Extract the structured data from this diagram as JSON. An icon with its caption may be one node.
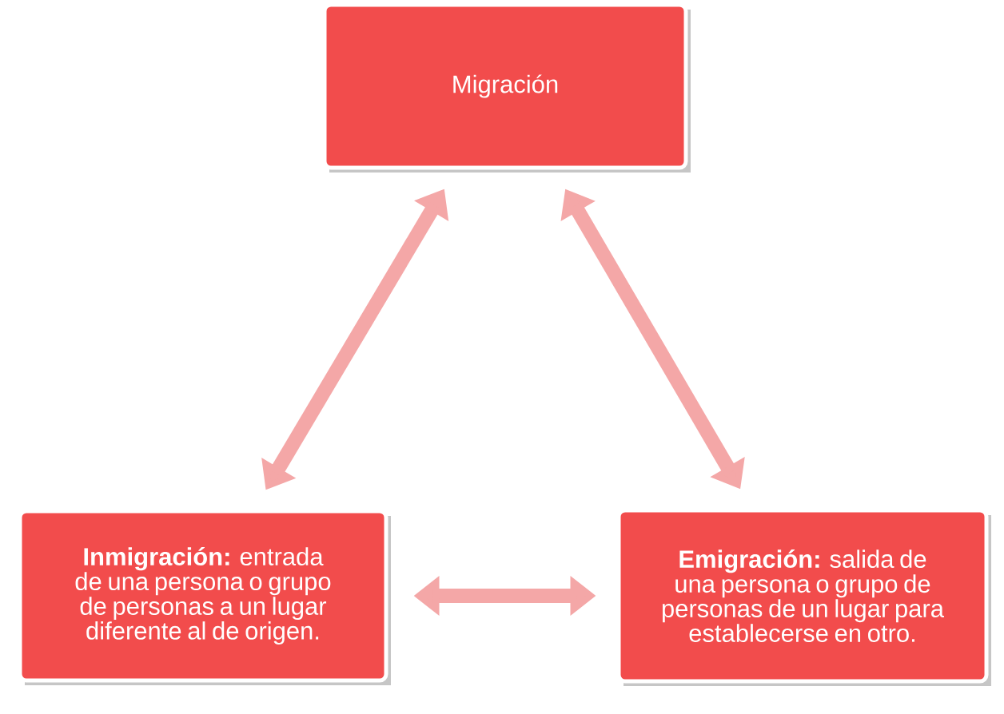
{
  "diagram": {
    "nodes": [
      {
        "text": [
          "Migración"
        ]
      },
      {
        "text": [
          "**Inmigración:** entrada de una persona o grupo de personas a un lugar diferente al de origen."
        ]
      },
      {
        "text": [
          "**Emigración:** salida de una persona o grupo de personas de un lugar para establecerse en otro."
        ]
      }
    ],
    "edges": [
      {
        "from": 0,
        "to": 1,
        "arrow": "both",
        "color": "#f4a7a7"
      },
      {
        "from": 0,
        "to": 2,
        "arrow": "both",
        "color": "#f4a7a7"
      },
      {
        "from": 1,
        "to": 2,
        "arrow": "both",
        "color": "#f4a7a7"
      }
    ]
  }
}
